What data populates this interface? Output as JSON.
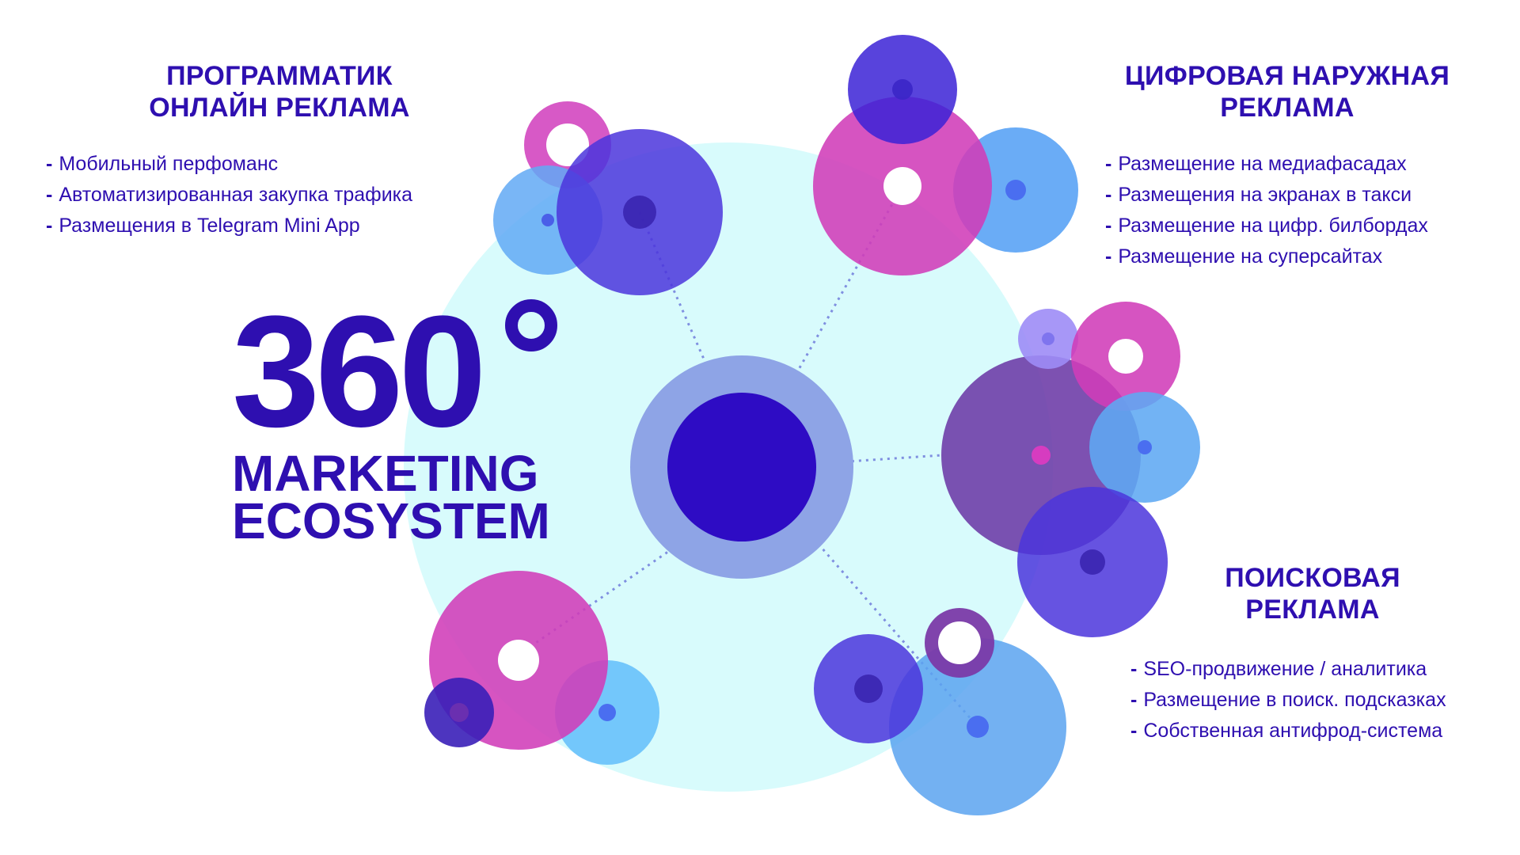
{
  "hero": {
    "number": "360",
    "line1": "MARKETING",
    "line2": "ECOSYSTEM"
  },
  "blocks": {
    "programmatic": {
      "title_line1": "ПРОГРАММАТИК",
      "title_line2": "ОНЛАЙН РЕКЛАМА",
      "items": [
        "Мобильный перфоманс",
        "Автоматизированная закупка трафика",
        "Размещения в Telegram Mini App"
      ]
    },
    "digital_outdoor": {
      "title_line1": "ЦИФРОВАЯ НАРУЖНАЯ",
      "title_line2": "РЕКЛАМА",
      "items": [
        "Размещение на медиафасадах",
        "Размещения на экранах в такси",
        "Размещение на цифр. билбордах",
        "Размещение на суперсайтах"
      ]
    },
    "search": {
      "title_line1": "ПОИСКОВАЯ",
      "title_line2": "РЕКЛАМА",
      "items": [
        "SEO-продвижение / аналитика",
        "Размещение в поиск. подсказках",
        "Собственная антифрод-система"
      ]
    }
  },
  "bullet": "-",
  "colors": {
    "navy": "#2e0fb0",
    "background_disc": "#d8fbfc",
    "core": "#2e0cc4",
    "core_ring": "#8ea4e6",
    "magenta": "#d043b9",
    "blue": "#6eaef5",
    "violet": "#5845e0",
    "purple": "#7f4dac",
    "lavender": "#a99af7"
  }
}
